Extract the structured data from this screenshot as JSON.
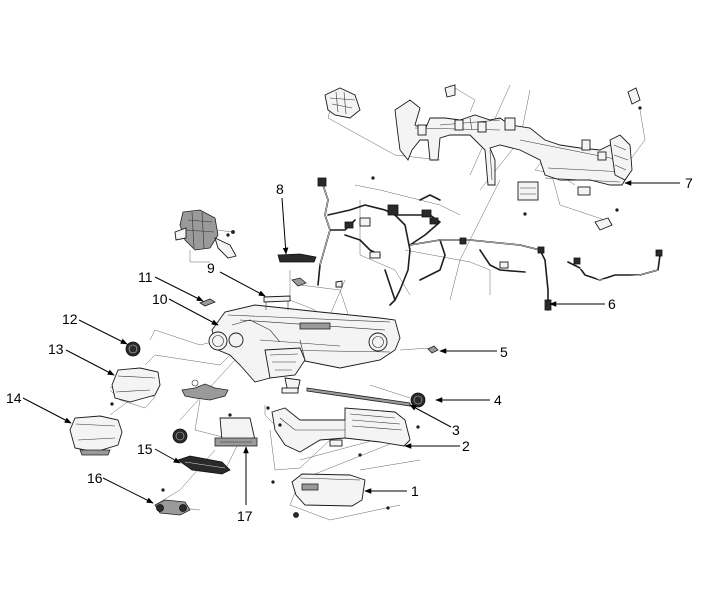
{
  "diagram": {
    "title": "Crash Pad / Instrument Panel Exploded View",
    "callouts": [
      {
        "number": "1",
        "part": "glove-box"
      },
      {
        "number": "2",
        "part": "crash-pad-lower-panel"
      },
      {
        "number": "3",
        "part": "crash-pad-garnish-strip"
      },
      {
        "number": "4",
        "part": "side-air-vent-right"
      },
      {
        "number": "5",
        "part": "side-defrost-nozzle"
      },
      {
        "number": "6",
        "part": "extension-wiring-harness"
      },
      {
        "number": "7",
        "part": "cowl-cross-bar-assembly"
      },
      {
        "number": "8",
        "part": "center-speaker-grille"
      },
      {
        "number": "9",
        "part": "upper-bracket"
      },
      {
        "number": "10",
        "part": "crash-pad-main"
      },
      {
        "number": "11",
        "part": "defrost-nozzle-left"
      },
      {
        "number": "12",
        "part": "side-air-vent-left"
      },
      {
        "number": "13",
        "part": "cluster-fascia-panel"
      },
      {
        "number": "14",
        "part": "instrument-cluster"
      },
      {
        "number": "15",
        "part": "center-air-vent"
      },
      {
        "number": "16",
        "part": "heater-control-panel"
      },
      {
        "number": "17",
        "part": "audio-head-unit"
      }
    ]
  }
}
